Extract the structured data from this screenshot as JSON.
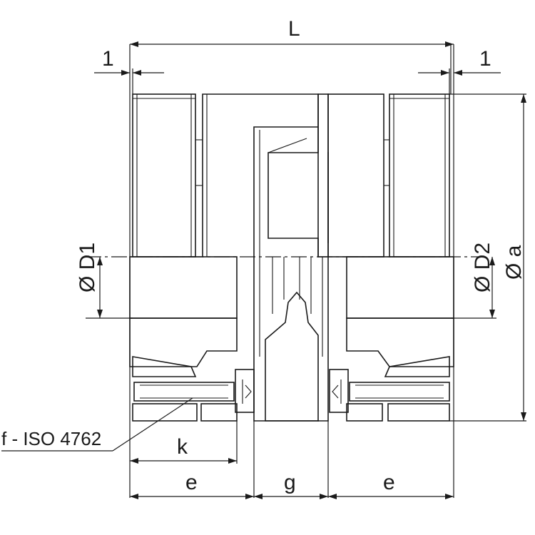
{
  "drawing": {
    "dimensions": {
      "L": "L",
      "offset_left": "1",
      "offset_right": "1",
      "d1": "Ø D1",
      "d2": "Ø D2",
      "da": "Ø a",
      "k": "k",
      "e_left": "e",
      "g": "g",
      "e_right": "e"
    },
    "callout": "f - ISO 4762"
  }
}
